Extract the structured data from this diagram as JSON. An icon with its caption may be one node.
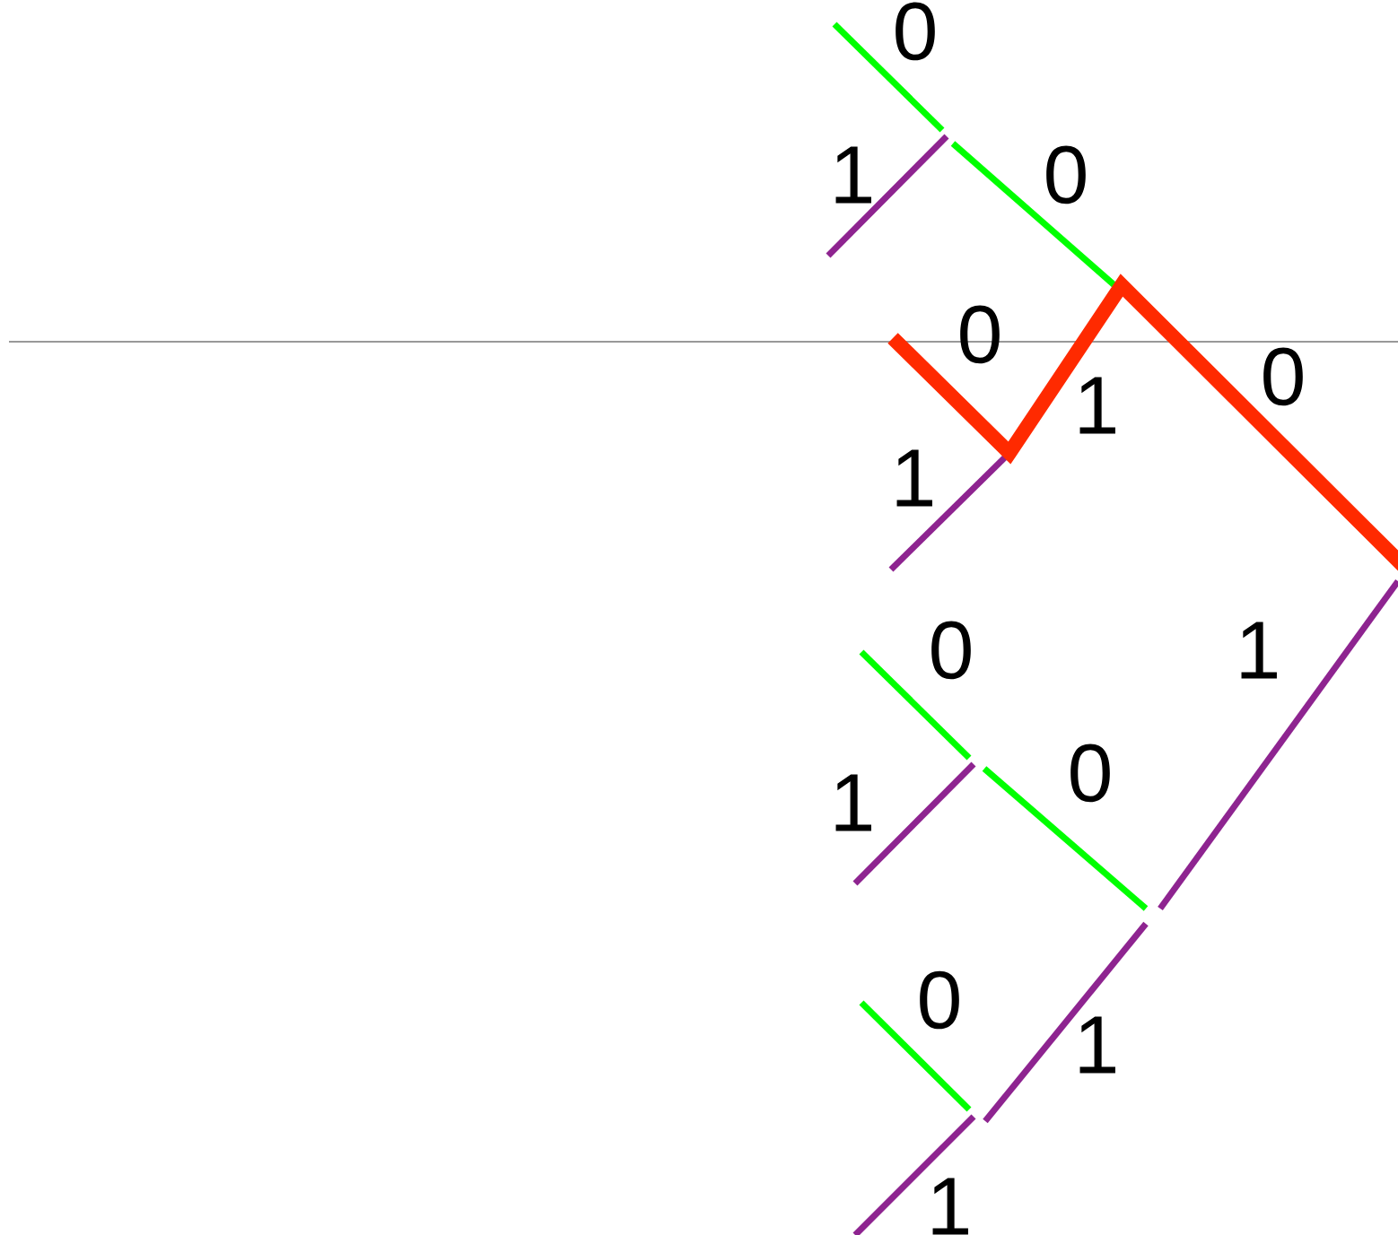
{
  "diagram": {
    "labels": [
      "0",
      "1",
      "0",
      "0",
      "1",
      "0",
      "1",
      "0",
      "1",
      "1",
      "0",
      "0",
      "1",
      "1"
    ]
  }
}
